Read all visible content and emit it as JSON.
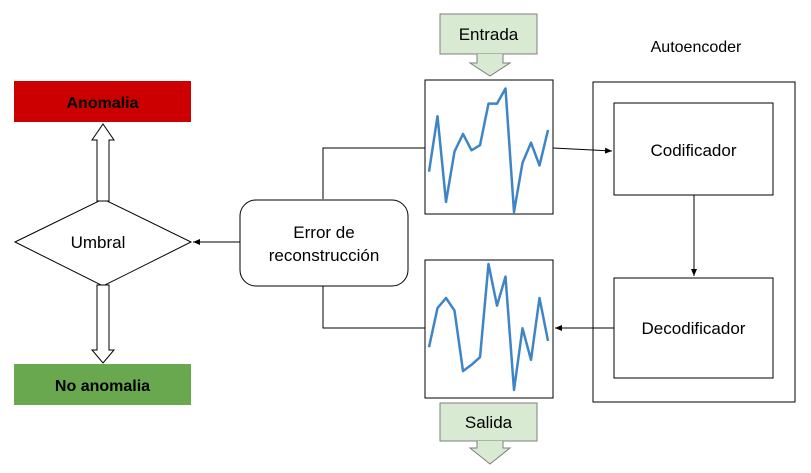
{
  "labels": {
    "entrada": "Entrada",
    "salida": "Salida",
    "autoencoder": "Autoencoder",
    "codificador": "Codificador",
    "decodificador": "Decodificador",
    "error_line1": "Error de",
    "error_line2": "reconstrucción",
    "umbral": "Umbral",
    "anomalia": "Anomalia",
    "no_anomalia": "No anomalia"
  },
  "colors": {
    "anomalia_fill": "#cc0000",
    "no_anomalia_fill": "#6aa84f",
    "io_fill": "#d9ead3",
    "signal": "#3d85c6",
    "stroke": "#000000"
  },
  "signals": {
    "input": [
      0.32,
      0.76,
      0.08,
      0.48,
      0.62,
      0.49,
      0.53,
      0.86,
      0.86,
      0.98,
      0.0,
      0.39,
      0.55,
      0.37,
      0.65
    ],
    "output": [
      0.34,
      0.65,
      0.73,
      0.63,
      0.15,
      0.2,
      0.26,
      1.0,
      0.67,
      0.9,
      0.0,
      0.49,
      0.24,
      0.73,
      0.39
    ]
  }
}
